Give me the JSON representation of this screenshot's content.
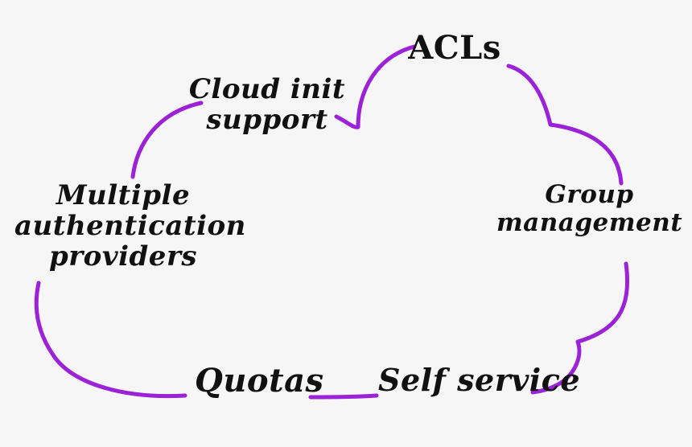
{
  "diagram": {
    "stroke_color": "#9b22d6",
    "text_color": "#111111",
    "background": "#f6f6f7",
    "labels": {
      "acls": "ACLs",
      "cloud_init_line1": "Cloud init",
      "cloud_init_line2": "support",
      "group_line1": "Group",
      "group_line2": "management",
      "multi_line1": "Multiple",
      "multi_line2": "authentication",
      "multi_line3": "providers",
      "quotas": "Quotas",
      "self_service": "Self service"
    }
  }
}
